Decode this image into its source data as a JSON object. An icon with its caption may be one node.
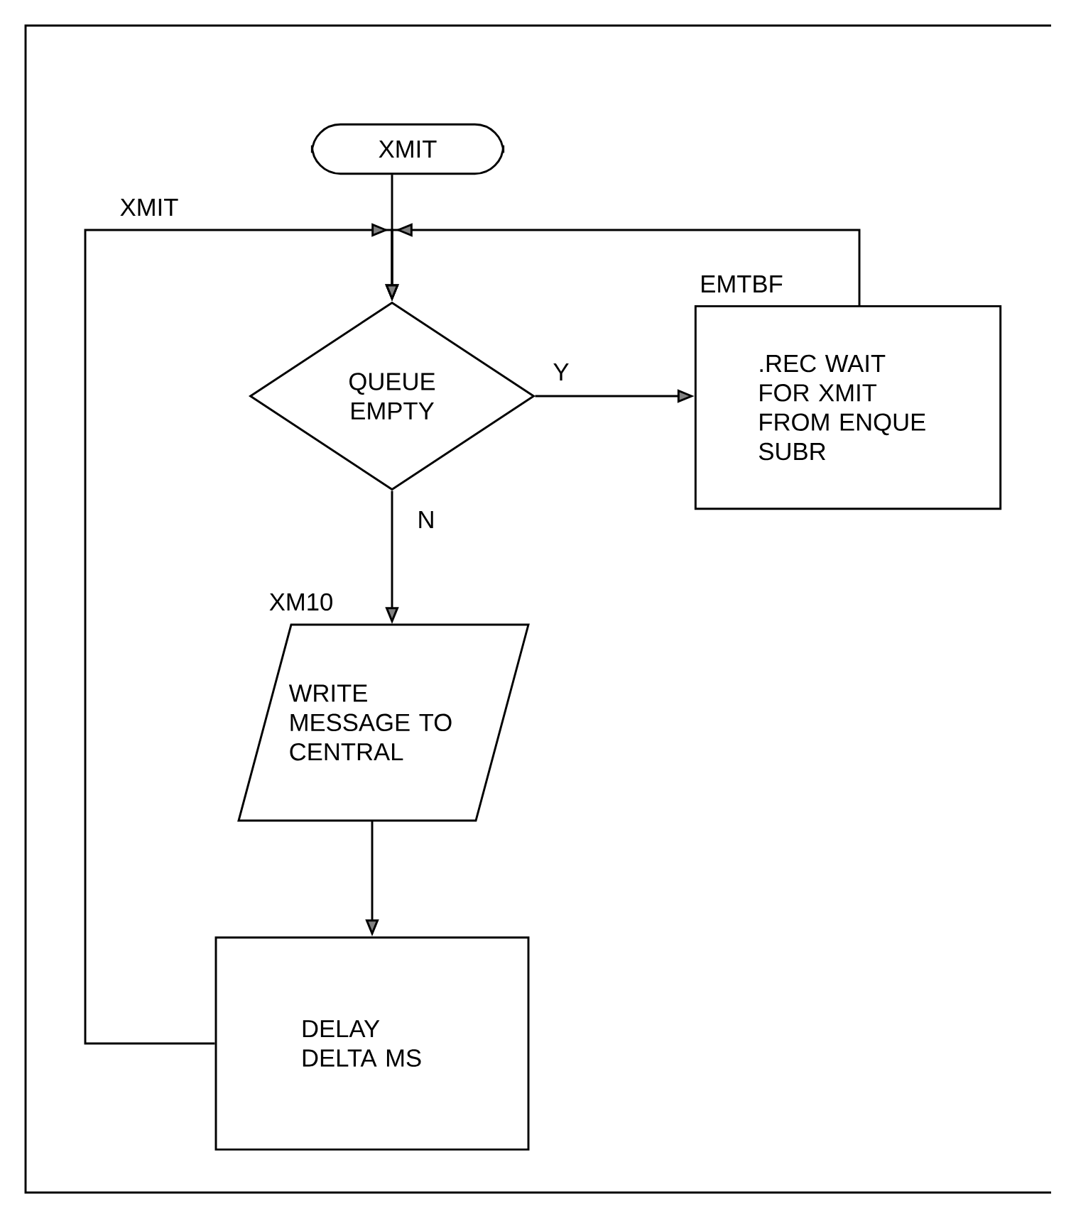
{
  "diagram": {
    "nodes": [
      {
        "text": [
          "XMIT"
        ]
      },
      {
        "text": [
          "QUEUE EMPTY"
        ]
      },
      {
        "text": [
          ".REC WAIT FOR XMIT FROM ENQUE SUBR"
        ],
        "beside": [
          "EMTBF"
        ]
      },
      {
        "text": [
          "WRITE MESSAGE TO CENTRAL"
        ],
        "beside": [
          "XM10"
        ]
      },
      {
        "text": [
          "DELAY DELTA MS"
        ]
      }
    ],
    "edges": [
      {
        "from": 0,
        "to": 1,
        "arrow": "to"
      },
      {
        "from": 4,
        "to": 1,
        "arrow": "to",
        "label": "XMIT"
      },
      {
        "from": 1,
        "to": 2,
        "arrow": "to",
        "label": "Y"
      },
      {
        "from": 2,
        "to": 1,
        "arrow": "to"
      },
      {
        "from": 1,
        "to": 3,
        "arrow": "to",
        "label": "N"
      },
      {
        "from": 3,
        "to": 4,
        "arrow": "to"
      }
    ]
  }
}
